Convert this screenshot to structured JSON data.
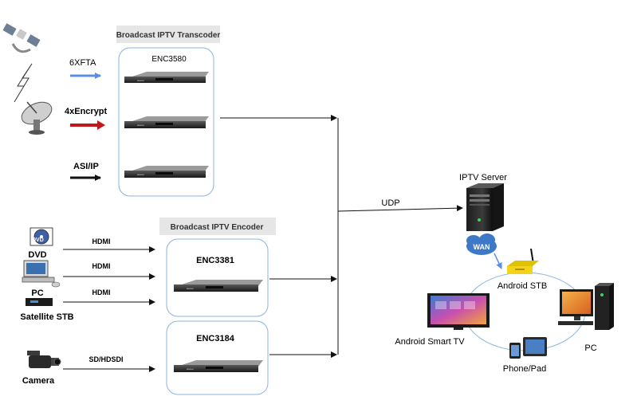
{
  "transcoder": {
    "group_title": "Broadcast IPTV Transcoder",
    "model": "ENC3580",
    "inputs": [
      {
        "label": "6XFTA",
        "color": "#5b8fe6"
      },
      {
        "label": "4xEncrypt",
        "color": "#c0161a"
      },
      {
        "label": "ASI/IP",
        "color": "#111111"
      }
    ]
  },
  "encoder": {
    "group_title": "Broadcast IPTV Encoder",
    "box1_model": "ENC3381",
    "box2_model": "ENC3184",
    "links": [
      "HDMI",
      "HDMI",
      "HDMI",
      "SD/HDSDI"
    ]
  },
  "sources": {
    "dvd": "DVD",
    "pc": "PC",
    "satellite_stb": "Satellite STB",
    "camera": "Camera"
  },
  "network": {
    "udp": "UDP",
    "server": "IPTV Server",
    "wan": "WAN"
  },
  "clients": {
    "android_stb": "Android STB",
    "smart_tv": "Android Smart TV",
    "pc": "PC",
    "phone_pad": "Phone/Pad"
  },
  "colors": {
    "container_border": "#8ab4e0",
    "title_bg": "#e6e6e6",
    "wan_cloud": "#3d79c6"
  }
}
